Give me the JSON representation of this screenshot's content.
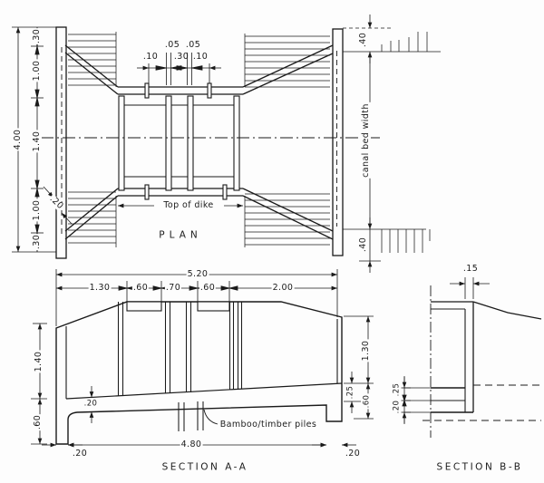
{
  "drawing": {
    "plan": {
      "title": "PLAN",
      "top_of_dike": "Top of dike",
      "dim_05_left": ".05",
      "dim_05_right": ".05",
      "dim_10_left": ".10",
      "dim_30": ".30",
      "dim_10_right": ".10",
      "left_chain": [
        ".30",
        "1.00",
        "1.40",
        "1.00",
        ".30"
      ],
      "overall_width": "4.00",
      "right_top": ".40",
      "canal_bed_width": "canal bed width",
      "right_bottom": ".40",
      "wall_thickness": ".20"
    },
    "section_aa": {
      "title": "SECTION A-A",
      "piles_label": "Bamboo/timber piles",
      "overall": "5.20",
      "chain": [
        "1.30",
        ".60",
        ".70",
        ".60",
        "2.00"
      ],
      "height_left": "1.40",
      "toe_left": ".60",
      "floor_thickness": ".20",
      "bottom_width": "4.80",
      "foot_left": ".20",
      "foot_right": ".20",
      "height_right": "1.30",
      "apron_right": ".25",
      "toe_right": ".60"
    },
    "section_bb": {
      "title": "SECTION B-B",
      "wall_thickness": ".15",
      "floor_upper": ".25",
      "floor_lower": ".20"
    }
  }
}
